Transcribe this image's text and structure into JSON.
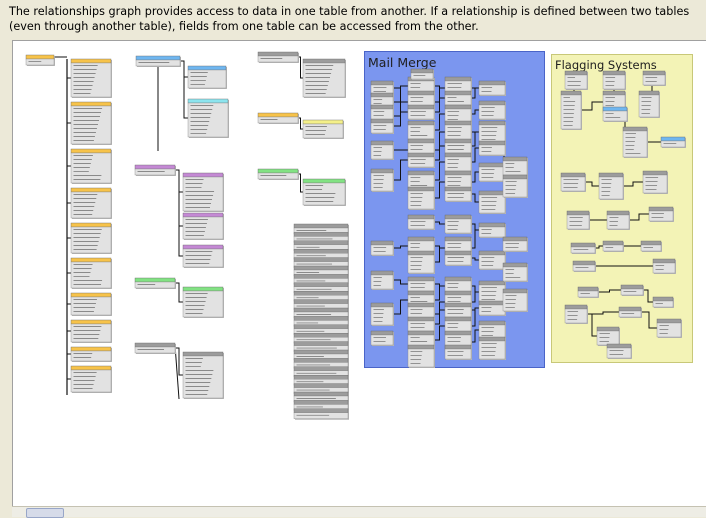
{
  "caption": "The relationships graph provides access to data in one table from another. If a relationship is defined between two tables (even through another table), fields from one table can be accessed from the other.",
  "regions": {
    "mail_merge": {
      "title": "Mail Merge",
      "color": "#7b96ef"
    },
    "flagging_systems": {
      "title": "Flagging Systems",
      "color": "#f3f3b6"
    }
  },
  "colors": {
    "orange": "#f7c34a",
    "blue": "#6fb6f0",
    "purple": "#c489d4",
    "cyan": "#8ce4ee",
    "green": "#82e283",
    "yellow": "#f4f089",
    "gray": "#9c9c9c",
    "body": "#e2e2e2",
    "line": "#111111"
  }
}
